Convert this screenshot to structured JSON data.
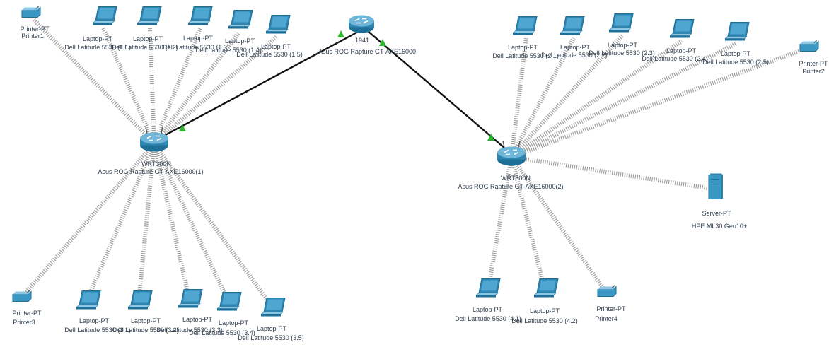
{
  "topology": {
    "core_router": {
      "model": "1941",
      "name": "Asus ROG Rapture GT-AXE16000"
    },
    "wireless_routers": [
      {
        "model": "WRT300N",
        "name": "Asus ROG Rapture GT-AXE16000(1)"
      },
      {
        "model": "WRT300N",
        "name": "Asus ROG Rapture GT-AXE16000(2)"
      }
    ],
    "server": {
      "model": "Server-PT",
      "name": "HPE ML30 Gen10+"
    },
    "printers": [
      {
        "model": "Printer-PT",
        "name": "Printer1"
      },
      {
        "model": "Printer-PT",
        "name": "Printer2"
      },
      {
        "model": "Printer-PT",
        "name": "Printer3"
      },
      {
        "model": "Printer-PT",
        "name": "Printer4"
      }
    ],
    "laptops": [
      {
        "model": "Laptop-PT",
        "name": "Dell Latitude 5530 (1.1)"
      },
      {
        "model": "Laptop-PT",
        "name": "Dell Latitude 5530 (1.2)"
      },
      {
        "model": "Laptop-PT",
        "name": "Dell Latitude 5530 (1.3)"
      },
      {
        "model": "Laptop-PT",
        "name": "Dell Latitude 5530 (1.4)"
      },
      {
        "model": "Laptop-PT",
        "name": "Dell Latitude 5530 (1.5)"
      },
      {
        "model": "Laptop-PT",
        "name": "Dell Latitude 5530 (2.1)"
      },
      {
        "model": "Laptop-PT",
        "name": "Dell Latitude 5530 (2.2)"
      },
      {
        "model": "Laptop-PT",
        "name": "Dell Latitude 5530 (2.3)"
      },
      {
        "model": "Laptop-PT",
        "name": "Dell Latitude 5530 (2.4)"
      },
      {
        "model": "Laptop-PT",
        "name": "Dell Latitude 5530 (2.5)"
      },
      {
        "model": "Laptop-PT",
        "name": "Dell Latitude 5530 (3.1)"
      },
      {
        "model": "Laptop-PT",
        "name": "Dell Latitude 5530 (3.2)"
      },
      {
        "model": "Laptop-PT",
        "name": "Dell Latitude 5530 (3.3)"
      },
      {
        "model": "Laptop-PT",
        "name": "Dell Latitude 5530 (3.4)"
      },
      {
        "model": "Laptop-PT",
        "name": "Dell Latitude 5530 (3.5)"
      },
      {
        "model": "Laptop-PT",
        "name": "Dell Latitude 5530 (4.1)"
      },
      {
        "model": "Laptop-PT",
        "name": "Dell Latitude 5530 (4.2)"
      }
    ]
  },
  "colors": {
    "cable": "#111111",
    "link_up": "#2db52d",
    "wireless": "#9a9a9a",
    "label": "#2e3c4c",
    "device_blue": "#2d86b2"
  },
  "icons": {
    "router": "router-icon",
    "wireless_router": "wireless-router-icon",
    "laptop": "laptop-icon",
    "printer": "printer-icon",
    "server": "server-icon"
  }
}
